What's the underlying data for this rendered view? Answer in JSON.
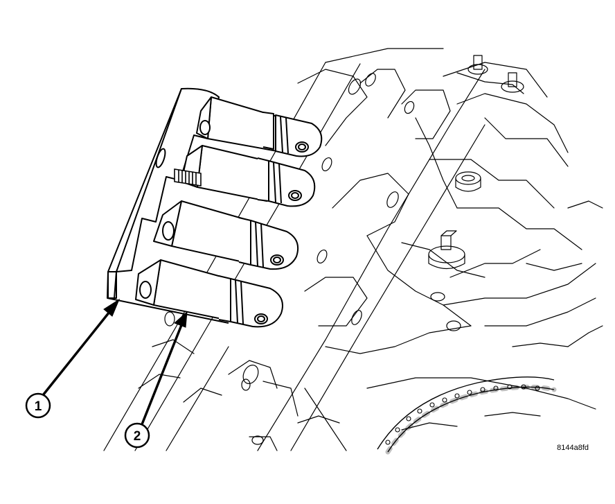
{
  "callouts": [
    {
      "id": "1",
      "label": "1"
    },
    {
      "id": "2",
      "label": "2"
    }
  ],
  "figure_code": "8144a8fd",
  "colors": {
    "line": "#000000",
    "background": "#ffffff"
  }
}
